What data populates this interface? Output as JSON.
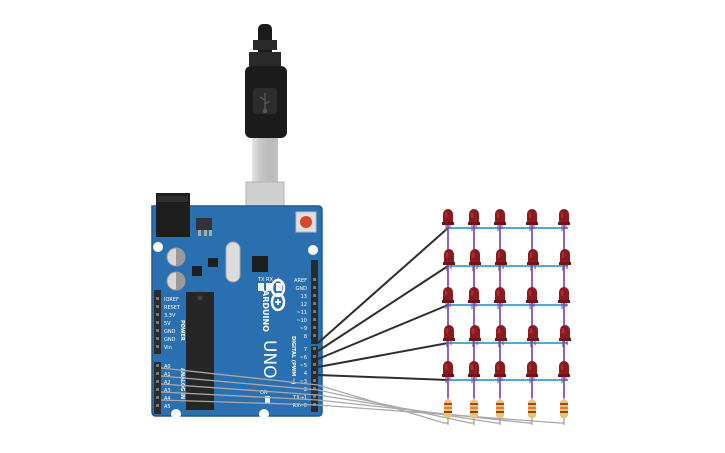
{
  "colors": {
    "board": "#2a6fb0",
    "board_edge": "#1f5a93",
    "header": "#2b2b2b",
    "chip": "#262626",
    "usb_cable": "#1b1b1b",
    "usb_metal": "#d4d4d4",
    "led": "#8a1a1f",
    "led_leg": "#7d5aa8",
    "row_wire": "#3a9bd0",
    "col_wire": "#7a3aa8",
    "digital_wire": "#2e2e2e",
    "analog_wire": "#a9a9a9",
    "resistor": "#e8c27a",
    "band1": "#c0392b",
    "band2": "#e67e22",
    "band3": "#8b4513",
    "reset_button": "#d9482b"
  },
  "icons": {
    "usb": "usb-icon",
    "arduino_logo": "arduino-infinity-logo-icon"
  },
  "board": {
    "brand": "ARDUINO",
    "model": "UNO",
    "reset_label": "RESET",
    "tx_label": "TX",
    "rx_label": "RX",
    "l_label": "L",
    "on_label": "ON",
    "power_section": "POWER",
    "analog_section": "ANALOG IN",
    "digital_section": "DIGITAL (PWM ~)",
    "power_pins": [
      "IOREF",
      "RESET",
      "3.3V",
      "5V",
      "GND",
      "GND",
      "Vin"
    ],
    "analog_pins": [
      "A0",
      "A1",
      "A2",
      "A3",
      "A4",
      "A5"
    ],
    "digital_pins_upper": [
      "AREF",
      "GND",
      "13",
      "12",
      "~11",
      "~10",
      "~9",
      "8"
    ],
    "digital_pins_lower": [
      "7",
      "~6",
      "~5",
      "4",
      "~3",
      "2",
      "TX→1",
      "RX←0"
    ]
  },
  "matrix": {
    "rows": 5,
    "cols": 5
  }
}
